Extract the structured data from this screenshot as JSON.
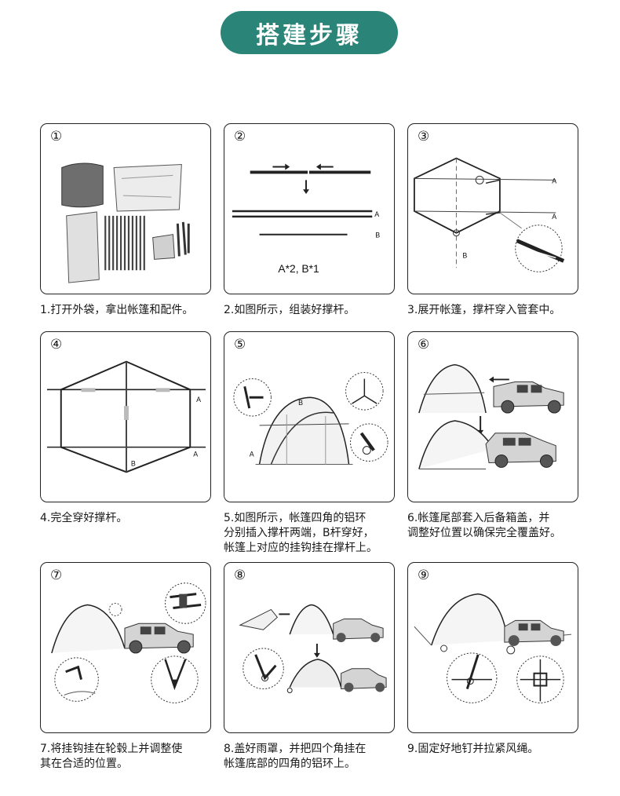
{
  "title": "搭建步骤",
  "steps": [
    {
      "num": "①",
      "caption": [
        "1.打开外袋，拿出帐篷和配件。"
      ]
    },
    {
      "num": "②",
      "caption": [
        "2.如图所示，组装好撑杆。"
      ],
      "labels": {
        "a": "A",
        "b": "B",
        "count": "A*2, B*1"
      }
    },
    {
      "num": "③",
      "caption": [
        "3.展开帐篷，撑杆穿入管套中。"
      ],
      "labels": {
        "a": "A",
        "b": "B"
      }
    },
    {
      "num": "④",
      "caption": [
        "4.完全穿好撑杆。"
      ],
      "labels": {
        "a": "A",
        "b": "B"
      }
    },
    {
      "num": "⑤",
      "caption": [
        "5.如图所示，帐篷四角的铝环",
        "分别插入撑杆两端，B杆穿好，",
        "帐篷上对应的挂钩挂在撑杆上。"
      ],
      "labels": {
        "a": "A",
        "b": "B"
      }
    },
    {
      "num": "⑥",
      "caption": [
        "6.帐篷尾部套入后备箱盖，并",
        "调整好位置以确保完全覆盖好。"
      ]
    },
    {
      "num": "⑦",
      "caption": [
        "7.将挂钩挂在轮毂上并调整使",
        "其在合适的位置。"
      ]
    },
    {
      "num": "⑧",
      "caption": [
        "8.盖好雨罩，并把四个角挂在",
        "帐篷底部的四角的铝环上。"
      ]
    },
    {
      "num": "⑨",
      "caption": [
        "9.固定好地钉并拉紧风绳。"
      ]
    }
  ]
}
